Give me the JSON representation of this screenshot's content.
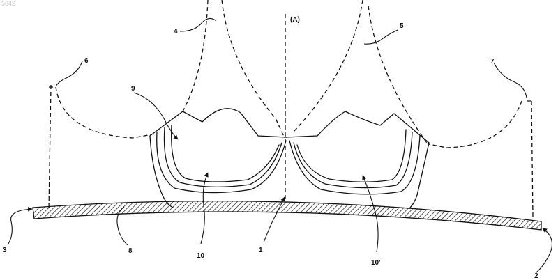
{
  "figure": {
    "corner_id": "5642",
    "axis_label": "(A)",
    "reference_numerals": [
      "1",
      "2",
      "3",
      "4",
      "5",
      "6",
      "7",
      "8",
      "9",
      "10",
      "10'"
    ]
  },
  "colors": {
    "ink": "#111111",
    "paper": "#ffffff"
  }
}
